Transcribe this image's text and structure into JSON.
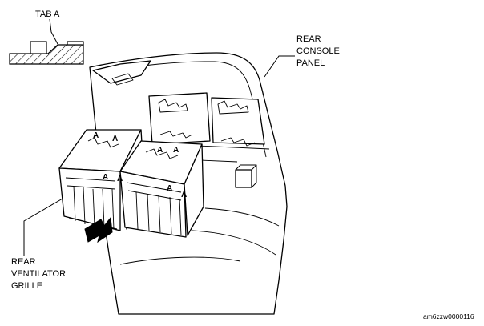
{
  "labels": {
    "tab_a": "TAB A",
    "rear_console_panel": [
      "REAR",
      "CONSOLE",
      "PANEL"
    ],
    "rear_ventilator_grille": [
      "REAR",
      "VENTILATOR",
      "GRILLE"
    ],
    "tab_marker": "A",
    "figure_code": "am6zzw0000116"
  }
}
